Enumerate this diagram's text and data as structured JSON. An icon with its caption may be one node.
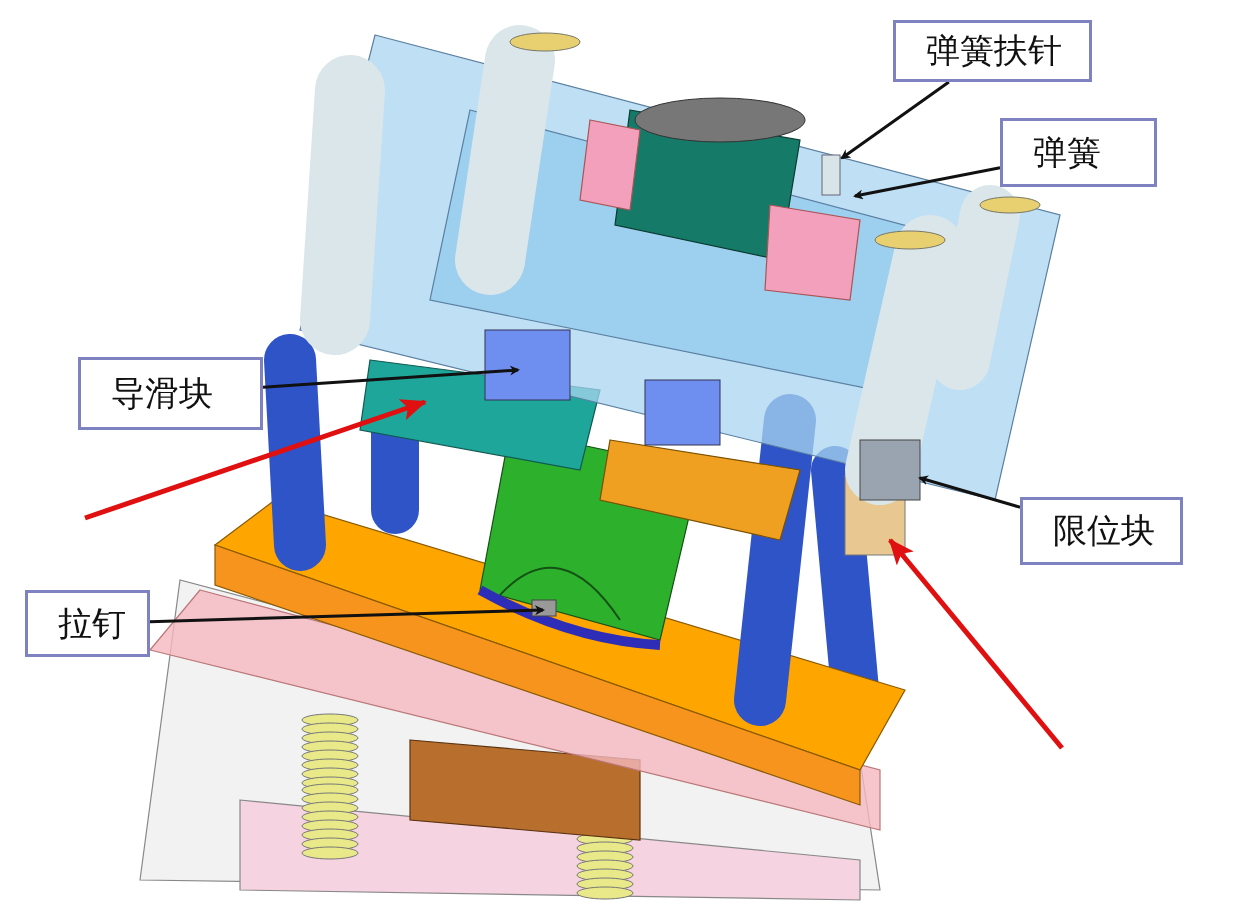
{
  "diagram": {
    "nodes": [
      {
        "text": [
          "弹簧扶针"
        ]
      },
      {
        "text": [
          "弹簧"
        ]
      },
      {
        "text": [
          "导滑块"
        ]
      },
      {
        "text": [
          "拉钉"
        ]
      },
      {
        "text": [
          "限位块"
        ]
      }
    ],
    "edges": [
      {
        "from": 0,
        "to": null,
        "arrow": "to"
      },
      {
        "from": 1,
        "to": null,
        "arrow": "to"
      },
      {
        "from": 2,
        "to": null,
        "arrow": "to"
      },
      {
        "from": 3,
        "to": null,
        "arrow": "to"
      },
      {
        "from": 4,
        "to": null,
        "arrow": "to"
      }
    ]
  }
}
